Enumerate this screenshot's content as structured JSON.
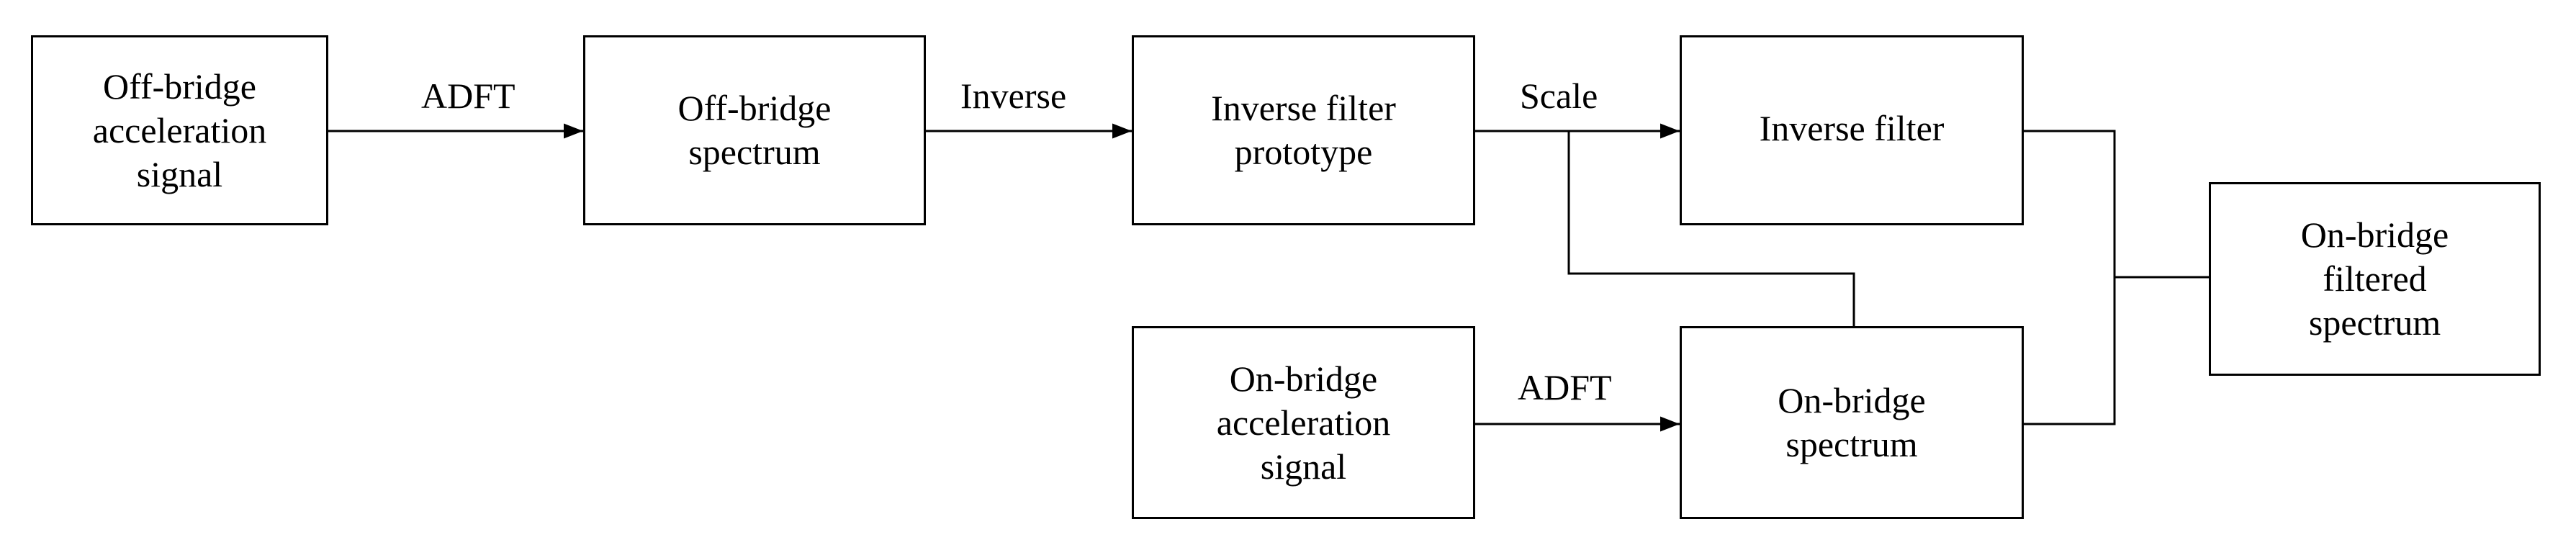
{
  "diagram": {
    "nodes": {
      "off_signal": "Off-bridge\nacceleration\nsignal",
      "off_spectrum": "Off-bridge\nspectrum",
      "prototype": "Inverse filter\nprototype",
      "inverse_filter": "Inverse filter",
      "on_signal": "On-bridge\nacceleration\nsignal",
      "on_spectrum": "On-bridge\nspectrum",
      "filtered": "On-bridge\nfiltered\nspectrum"
    },
    "edges": {
      "adft_top": "ADFT",
      "inverse": "Inverse",
      "scale": "Scale",
      "adft_bottom": "ADFT"
    }
  }
}
